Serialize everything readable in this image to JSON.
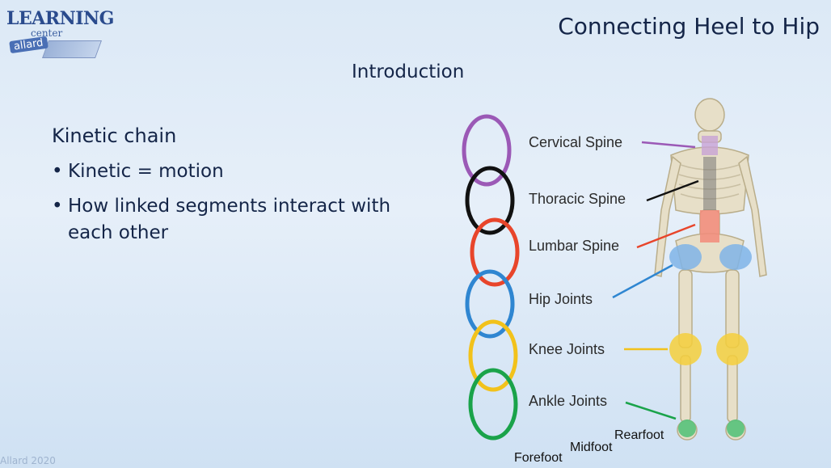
{
  "logo": {
    "main": "LEARNING",
    "sub": "center",
    "badge": "allard"
  },
  "slide": {
    "title": "Connecting Heel to Hip",
    "subtitle": "Introduction",
    "heading": "Kinetic chain",
    "bullets": [
      "Kinetic = motion",
      "How linked segments interact with each other"
    ]
  },
  "diagram": {
    "labels": {
      "cervical": "Cervical Spine",
      "thoracic": "Thoracic Spine",
      "lumbar": "Lumbar Spine",
      "hip": "Hip Joints",
      "knee": "Knee Joints",
      "ankle": "Ankle Joints"
    },
    "foot": {
      "rearfoot": "Rearfoot",
      "midfoot": "Midfoot",
      "forefoot": "Forefoot"
    },
    "colors": {
      "purple": "#9b59b6",
      "black": "#111111",
      "red": "#e8452b",
      "blue": "#2f86d1",
      "yellow": "#f2c21b",
      "green": "#1aa34a"
    }
  },
  "footer": "Allard 2020"
}
